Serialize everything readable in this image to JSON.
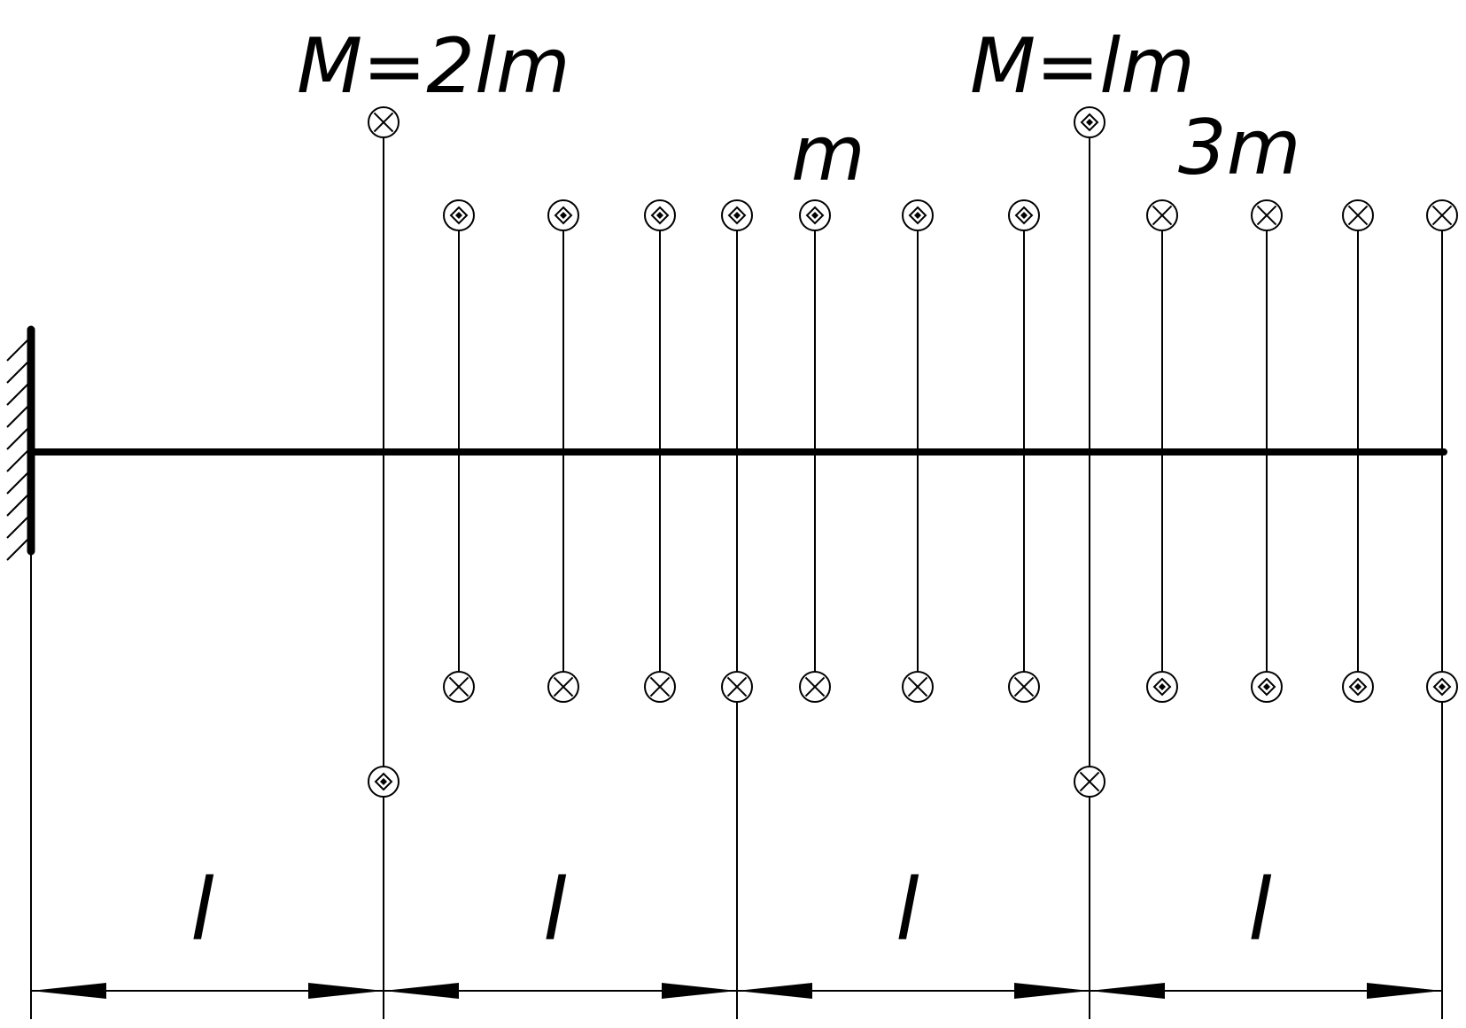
{
  "labels": {
    "moment_1": "M=2lm",
    "moment_2": "M=lm",
    "dist_1": "m",
    "dist_2": "3m",
    "span_1": "l",
    "span_2": "l",
    "span_3": "l",
    "span_4": "l"
  },
  "symbols": {
    "into_page": "circle-cross-icon",
    "out_of_page": "circle-dot-icon"
  }
}
